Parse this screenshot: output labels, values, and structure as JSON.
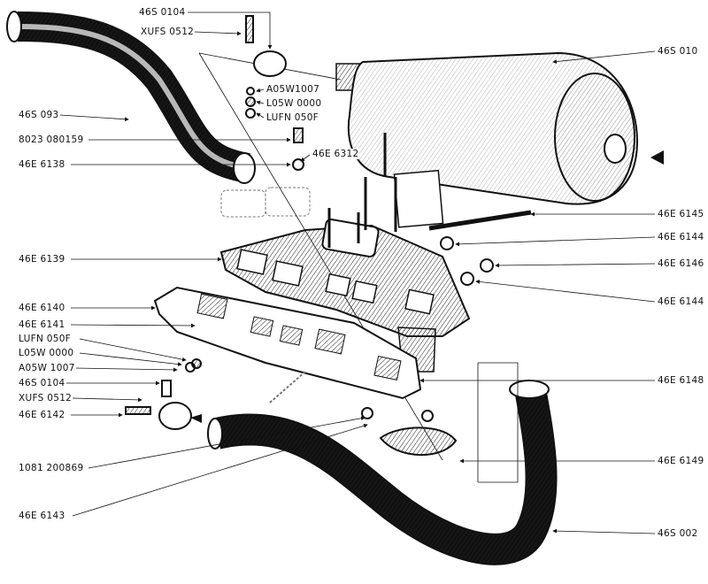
{
  "labels_left": [
    "46S 0104",
    "XUFS 0512",
    "46S 093",
    "8023 080159",
    "46E 6138",
    "46E 6139",
    "46E 6140",
    "46E 6141",
    "LUFN 050F",
    "L05W 0000",
    "A05W 1007",
    "46S 0104",
    "XUFS 0512",
    "46E 6142",
    "1081 200869",
    "46E 6143"
  ],
  "labels_center": [
    "A05W1007",
    "L05W 0000",
    "LUFN 050F",
    "46E 6312"
  ],
  "labels_right": [
    "46S 010",
    "46E 6145",
    "46E 6144",
    "46E 6146",
    "46E 6144",
    "46E 6148",
    "46E 6149",
    "46S 002"
  ]
}
